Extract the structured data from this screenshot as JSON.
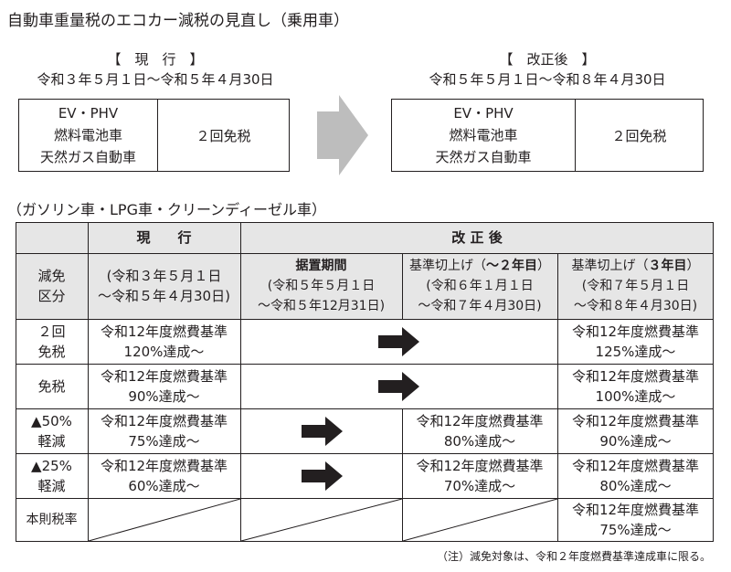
{
  "title": "自動車重量税のエコカー減税の見直し（乗用車）",
  "top": {
    "left": {
      "heading": "【　現　行　】",
      "period": "令和３年５月１日〜令和５年４月30日",
      "vehicles": [
        "EV・PHV",
        "燃料電池車",
        "天然ガス自動車"
      ],
      "treatment": "２回免税"
    },
    "right": {
      "heading": "【　改正後　】",
      "period": "令和５年５月１日〜令和８年４月30日",
      "vehicles": [
        "EV・PHV",
        "燃料電池車",
        "天然ガス自動車"
      ],
      "treatment": "２回免税"
    }
  },
  "section_label": "（ガソリン車・LPG車・クリーンディーゼル車）",
  "table": {
    "header_current": "現　　行",
    "header_revised": "改 正 後",
    "row_header": [
      "減免",
      "区分"
    ],
    "current_period": [
      "(令和３年５月１日",
      "〜令和５年４月30日)"
    ],
    "col1_title": "据置期間",
    "col1_period": [
      "(令和５年５月１日",
      "〜令和５年12月31日)"
    ],
    "col2_title_prefix": "基準切上げ（",
    "col2_title_bold": "〜２年目",
    "col2_title_suffix": "）",
    "col2_period": [
      "(令和６年１月１日",
      "〜令和７年４月30日)"
    ],
    "col3_title_prefix": "基準切上げ（",
    "col3_title_bold": "３年目",
    "col3_title_suffix": "）",
    "col3_period": [
      "(令和７年５月１日",
      "〜令和８年４月30日)"
    ],
    "rows": [
      {
        "label": [
          "２回",
          "免税"
        ],
        "current": [
          "令和12年度燃費基準",
          "120%達成〜"
        ],
        "col2": null,
        "col3": [
          "令和12年度燃費基準",
          "125%達成〜"
        ]
      },
      {
        "label": [
          "免税"
        ],
        "current": [
          "令和12年度燃費基準",
          "90%達成〜"
        ],
        "col2": null,
        "col3": [
          "令和12年度燃費基準",
          "100%達成〜"
        ]
      },
      {
        "label": [
          "▲50%",
          "軽減"
        ],
        "current": [
          "令和12年度燃費基準",
          "75%達成〜"
        ],
        "col2": [
          "令和12年度燃費基準",
          "80%達成〜"
        ],
        "col3": [
          "令和12年度燃費基準",
          "90%達成〜"
        ]
      },
      {
        "label": [
          "▲25%",
          "軽減"
        ],
        "current": [
          "令和12年度燃費基準",
          "60%達成〜"
        ],
        "col2": [
          "令和12年度燃費基準",
          "70%達成〜"
        ],
        "col3": [
          "令和12年度燃費基準",
          "80%達成〜"
        ]
      },
      {
        "label": [
          "本則税率"
        ],
        "current": null,
        "col2": null,
        "col3": [
          "令和12年度燃費基準",
          "75%達成〜"
        ]
      }
    ]
  },
  "footnote": "（注）減免対象は、令和２年度燃費基準達成車に限る。",
  "colors": {
    "line": "#231f20",
    "header_fill": "#e6e6e6",
    "arrow_gray": "#bdbdbd",
    "arrow_black": "#231f20"
  }
}
